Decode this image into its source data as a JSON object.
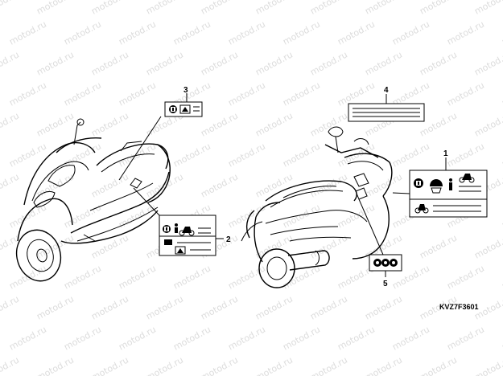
{
  "watermark": {
    "text": "motod.ru"
  },
  "diagram_code": "KVZ7F3601",
  "callouts": [
    {
      "id": "label-1",
      "number": "1"
    },
    {
      "id": "label-2",
      "number": "2"
    },
    {
      "id": "label-3",
      "number": "3"
    },
    {
      "id": "label-4",
      "number": "4"
    },
    {
      "id": "label-5",
      "number": "5"
    }
  ],
  "icons": [
    "book-icon",
    "motorcycle-icon",
    "helmet-icon",
    "person-icon",
    "warning-icon",
    "cargo-box-icon"
  ]
}
